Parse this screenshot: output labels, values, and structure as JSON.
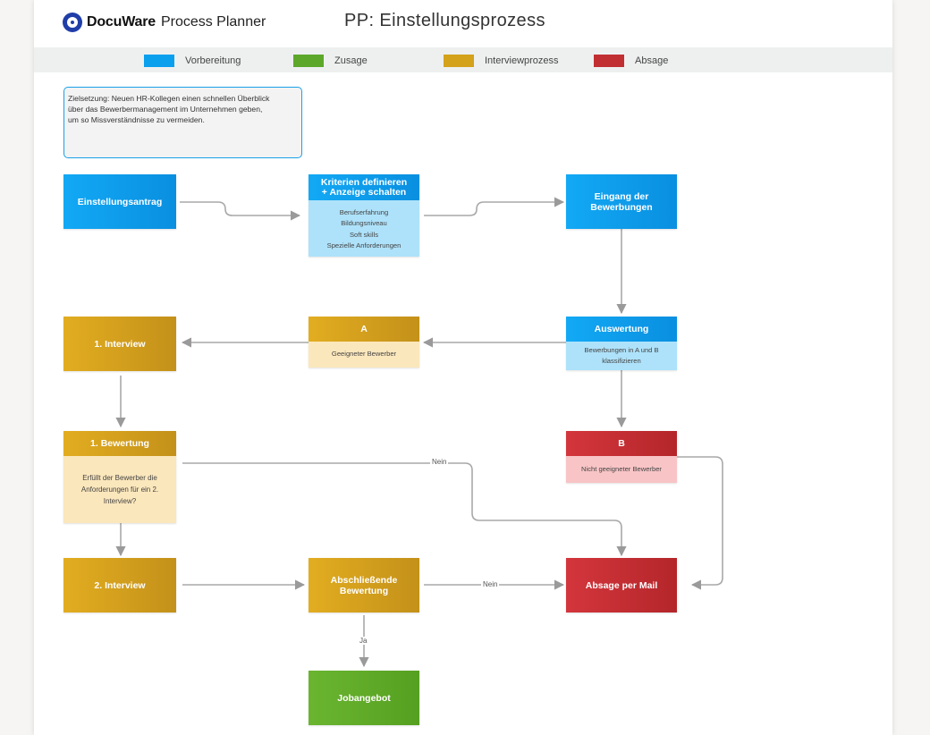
{
  "header": {
    "brand": "DocuWare",
    "product": "Process Planner",
    "title": "PP: Einstellungsprozess"
  },
  "legend": [
    {
      "label": "Vorbereitung",
      "color": "#0aa0ee"
    },
    {
      "label": "Zusage",
      "color": "#5da82b"
    },
    {
      "label": "Interviewprozess",
      "color": "#d4a21b"
    },
    {
      "label": "Absage",
      "color": "#c22f33"
    }
  ],
  "goal": {
    "line1": "Zielsetzung: Neuen HR-Kollegen einen schnellen Überblick",
    "line2": "über das Bewerbermanagement im Unternehmen geben,",
    "line3": "um so Missverständnisse zu vermeiden."
  },
  "nodes": {
    "einstellungsantrag": {
      "title": "Einstellungsantrag"
    },
    "kriterien": {
      "title_line1": "Kriterien definieren",
      "title_line2": "+ Anzeige schalten",
      "details": [
        "Berufserfahrung",
        "Bildungsniveau",
        "Soft skills",
        "Spezielle Anforderungen"
      ]
    },
    "eingang": {
      "title_line1": "Eingang der",
      "title_line2": "Bewerbungen"
    },
    "auswertung": {
      "title": "Auswertung",
      "details": [
        "Bewerbungen in A und B",
        "klassifizieren"
      ]
    },
    "gruppe_a": {
      "title": "A",
      "details": [
        "Geeigneter Bewerber"
      ]
    },
    "interview1": {
      "title": "1. Interview"
    },
    "bewertung1": {
      "title": "1. Bewertung",
      "details": [
        "Erfüllt der Bewerber die",
        "Anforderungen für ein 2.",
        "Interview?"
      ]
    },
    "gruppe_b": {
      "title": "B",
      "details": [
        "Nicht geeigneter Bewerber"
      ]
    },
    "interview2": {
      "title": "2. Interview"
    },
    "abschliessend": {
      "title_line1": "Abschließende",
      "title_line2": "Bewertung"
    },
    "absage": {
      "title": "Absage per Mail"
    },
    "jobangebot": {
      "title": "Jobangebot"
    }
  },
  "edge_labels": {
    "nein_bewertung1": "Nein",
    "nein_abschliessend": "Nein",
    "ja_abschliessend": "Ja"
  }
}
